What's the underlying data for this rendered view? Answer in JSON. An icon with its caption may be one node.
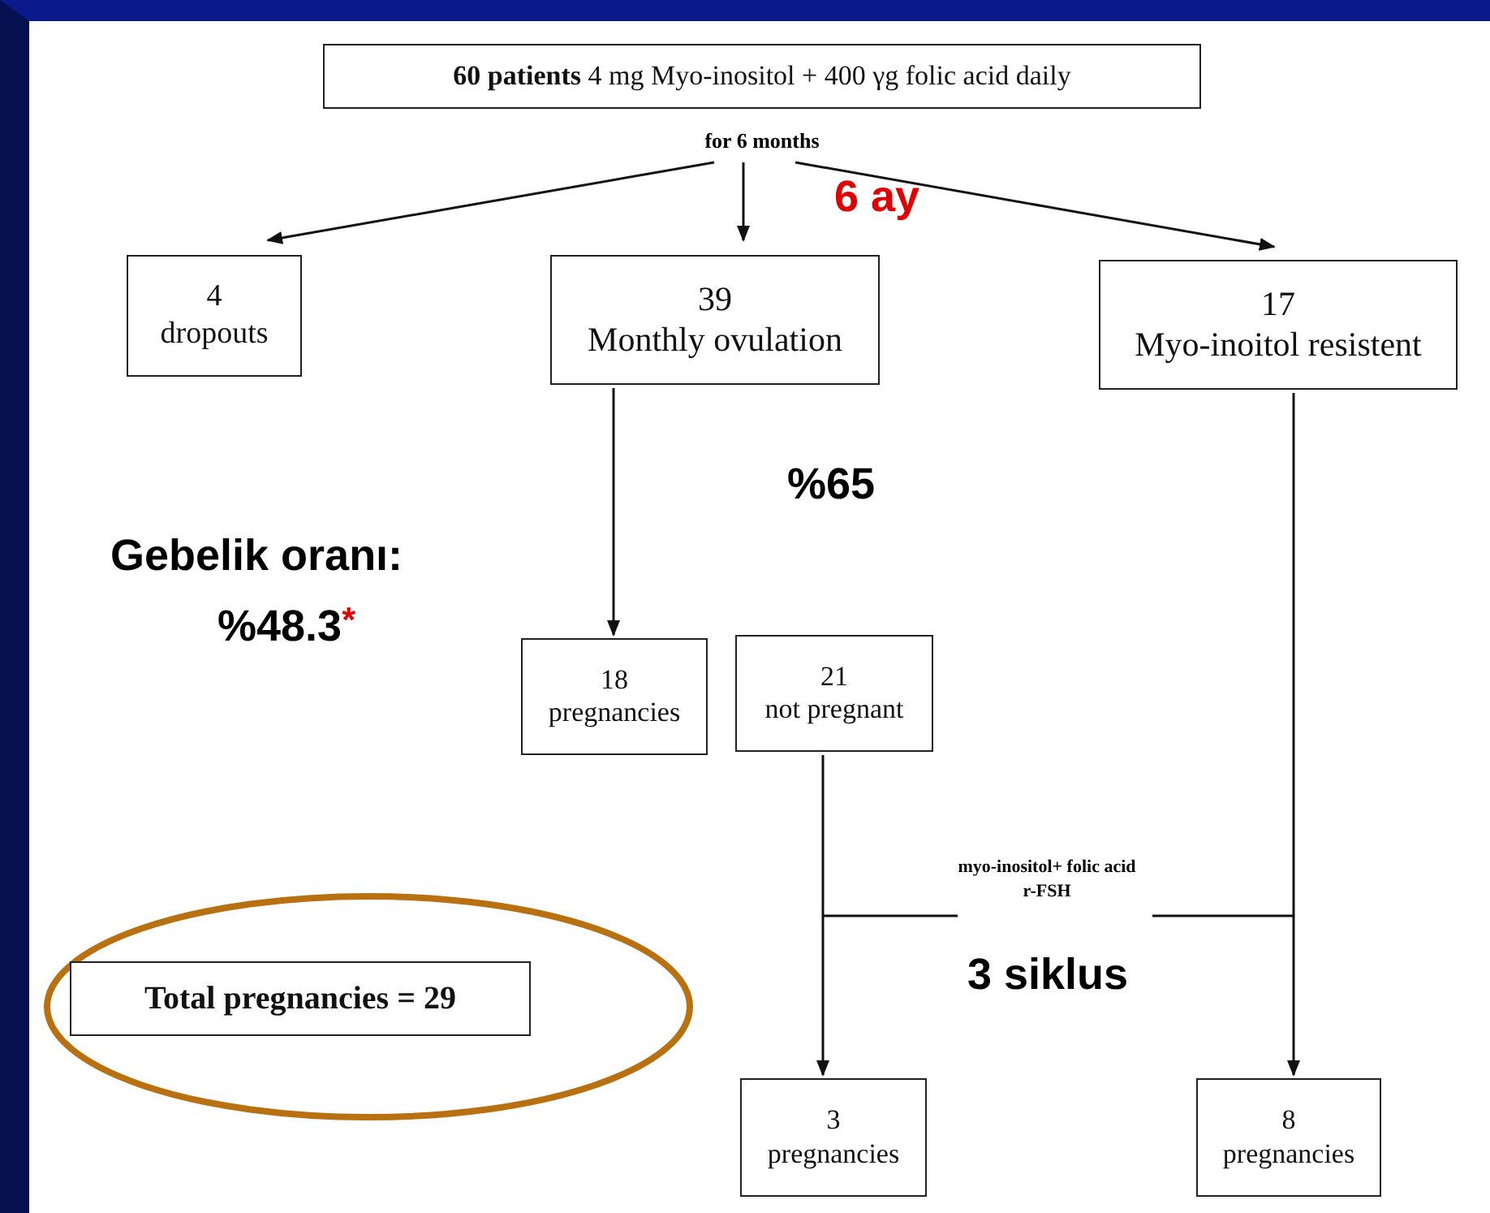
{
  "diagram": {
    "nodes": [
      {
        "text": [
          "**60 patients** 4 mg Myo-inositol + 400 γg folic acid daily"
        ],
        "beside": [
          "for 6 months"
        ]
      },
      {
        "text": [
          "4",
          "dropouts"
        ]
      },
      {
        "text": [
          "39",
          "Monthly ovulation"
        ]
      },
      {
        "text": [
          "17",
          "Myo-inoitol resistent"
        ]
      },
      {
        "text": [
          "18",
          "pregnancies"
        ]
      },
      {
        "text": [
          "21",
          "not pregnant"
        ]
      },
      {
        "text": [
          "3",
          "pregnancies"
        ]
      },
      {
        "text": [
          "8",
          "pregnancies"
        ]
      },
      {
        "text": [
          "Total pregnancies = 29"
        ]
      }
    ],
    "edges": [
      {
        "from": 0,
        "to": 1,
        "arrow": "to"
      },
      {
        "from": 0,
        "to": 2,
        "arrow": "to"
      },
      {
        "from": 0,
        "to": 3,
        "arrow": "to"
      },
      {
        "from": 2,
        "to": 4,
        "arrow": "to"
      },
      {
        "from": 5,
        "to": 6,
        "arrow": "to"
      },
      {
        "from": 3,
        "to": 7,
        "arrow": "to"
      }
    ],
    "labels": [
      "6 ay",
      "%65",
      "Gebelik oranı:",
      "%48.3$^{*}$",
      "myo-inositol+ folic acid r-FSH",
      "3 siklus"
    ]
  }
}
